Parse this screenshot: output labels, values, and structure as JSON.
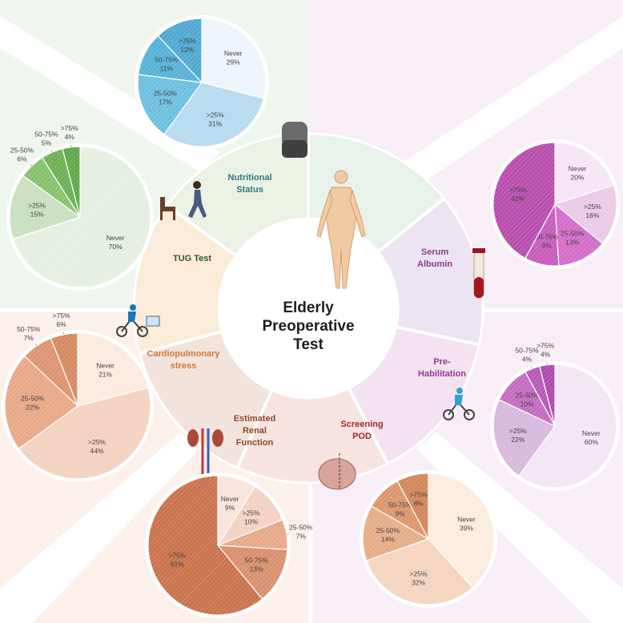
{
  "center_title": [
    "Elderly",
    "Preoperative",
    "Test"
  ],
  "colors": {
    "nutritional": "#3aa7cf",
    "albumin": "#b636a6",
    "prehab": "#b64bb0",
    "pod": "#d98a55",
    "renal": "#c9734d",
    "cardio": "#d78a5c",
    "tug": "#5faa4a"
  },
  "segments": [
    {
      "key": "nutritional",
      "lines": [
        "Nutritional",
        "Status"
      ],
      "color": "#2f7a7f"
    },
    {
      "key": "albumin",
      "lines": [
        "Serum",
        "Albumin"
      ],
      "color": "#8b3e8a"
    },
    {
      "key": "prehab",
      "lines": [
        "Pre-",
        "Habilitation"
      ],
      "color": "#8e3d8f"
    },
    {
      "key": "pod",
      "lines": [
        "Screening",
        "POD"
      ],
      "color": "#a32a2a"
    },
    {
      "key": "renal",
      "lines": [
        "Estimated",
        "Renal",
        "Function"
      ],
      "color": "#8a4a2e"
    },
    {
      "key": "cardio",
      "lines": [
        "Cardiopulmonary",
        "stress"
      ],
      "color": "#d0783a"
    },
    {
      "key": "tug",
      "lines": [
        "TUG Test"
      ],
      "color": "#2f5a24"
    }
  ],
  "chart_data": [
    {
      "type": "pie",
      "name_key": "nutritional",
      "labels": [
        "Never",
        ">25%",
        "25-50%",
        "50-75%",
        ">75%"
      ],
      "values": [
        29,
        31,
        17,
        11,
        12
      ]
    },
    {
      "type": "pie",
      "name_key": "albumin",
      "labels": [
        "Never",
        ">25%",
        "25-50%",
        "50-75%",
        ">75%"
      ],
      "values": [
        20,
        16,
        13,
        9,
        42
      ]
    },
    {
      "type": "pie",
      "name_key": "prehab",
      "labels": [
        "Never",
        ">25%",
        "25-50%",
        "50-75%",
        ">75%"
      ],
      "values": [
        60,
        22,
        10,
        4,
        4
      ]
    },
    {
      "type": "pie",
      "name_key": "pod",
      "labels": [
        "Never",
        ">25%",
        "25-50%",
        "50-75%",
        ">75%"
      ],
      "values": [
        39,
        32,
        14,
        9,
        8
      ]
    },
    {
      "type": "pie",
      "name_key": "renal",
      "labels": [
        "Never",
        ">25%",
        "25-50%",
        "50-75%",
        ">75%"
      ],
      "values": [
        9,
        10,
        7,
        13,
        61
      ]
    },
    {
      "type": "pie",
      "name_key": "cardio",
      "labels": [
        "Never",
        ">25%",
        "25-50%",
        "50-75%",
        ">75%"
      ],
      "values": [
        21,
        44,
        22,
        7,
        6
      ]
    },
    {
      "type": "pie",
      "name_key": "tug",
      "labels": [
        "Never",
        ">25%",
        "25-50%",
        "50-75%",
        ">75%"
      ],
      "values": [
        70,
        15,
        6,
        5,
        4
      ]
    }
  ]
}
